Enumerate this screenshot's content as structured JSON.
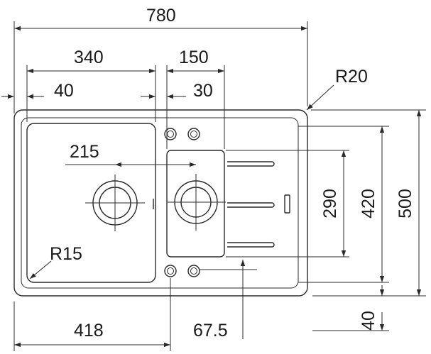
{
  "dimensions": {
    "overall_width": "780",
    "left_bowl_width": "340",
    "right_bowl_width": "150",
    "left_offset": "40",
    "right_offset": "30",
    "corner_radius": "R20",
    "center_distance": "215",
    "bowl_radius": "R15",
    "drain_height": "290",
    "inner_height": "420",
    "overall_height": "500",
    "bottom_offset": "40",
    "left_center": "418",
    "right_offset_bottom": "67.5"
  }
}
